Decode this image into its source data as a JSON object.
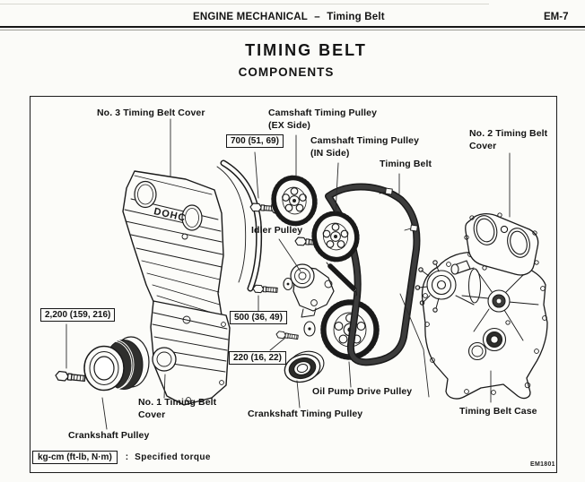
{
  "header": {
    "section": "ENGINE MECHANICAL",
    "separator": "–",
    "subsection": "Timing Belt",
    "page_number": "EM-7"
  },
  "title": "TIMING BELT",
  "subtitle": "COMPONENTS",
  "figure": {
    "emboss": "DOHC",
    "labels": {
      "no3_cover": "No. 3 Timing Belt Cover",
      "cam_ex_1": "Camshaft Timing Pulley",
      "cam_ex_2": "(EX Side)",
      "cam_in_1": "Camshaft Timing Pulley",
      "cam_in_2": "(IN Side)",
      "timing_belt": "Timing Belt",
      "no2_cover_1": "No. 2 Timing Belt",
      "no2_cover_2": "Cover",
      "idler": "Idler Pulley",
      "no1_cover_1": "No. 1 Timing Belt",
      "no1_cover_2": "Cover",
      "crankshaft_pulley": "Crankshaft Pulley",
      "oil_pump": "Oil Pump Drive Pulley",
      "crankshaft_timing_pulley": "Crankshaft Timing Pulley",
      "belt_case": "Timing Belt Case"
    },
    "torques": {
      "camshaft_bolt": "700 (51, 69)",
      "idler_bolt": "500 (36, 49)",
      "oil_pump_bolt": "220 (16, 22)",
      "crankshaft_bolt": "2,200 (159, 216)"
    },
    "legend": {
      "units": "kg-cm (ft-lb, N·m)",
      "colon": ":",
      "note": "Specified torque"
    },
    "figure_code": "EM1801"
  }
}
